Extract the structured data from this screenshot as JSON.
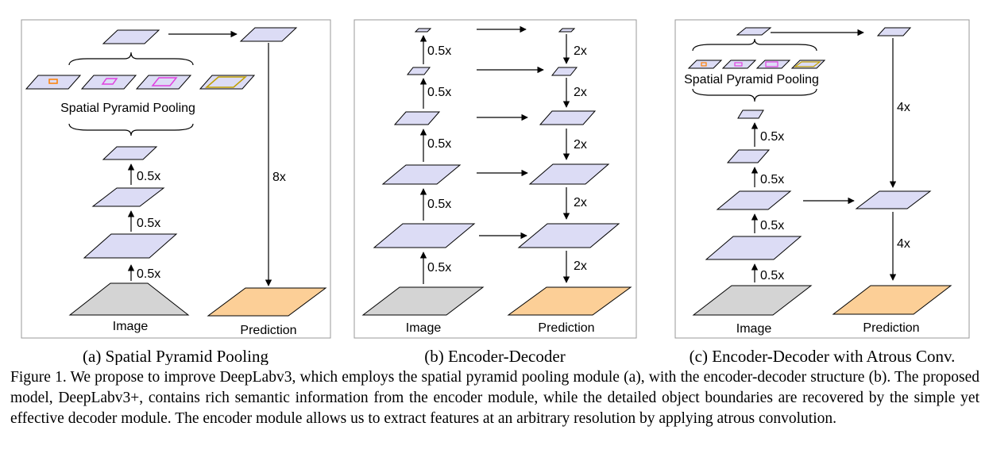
{
  "colors": {
    "feature": "#dcdcf5",
    "image": "#d4d4d4",
    "prediction": "#fccf97",
    "panel_border": "#999999",
    "pool_inner": [
      "#ff7f00",
      "#e040e0",
      "#e040e0",
      "#c0a000"
    ]
  },
  "panel_a": {
    "spp_label": "Spatial Pyramid Pooling",
    "steps": [
      "0.5x",
      "0.5x",
      "0.5x"
    ],
    "upsample": "8x",
    "image_label": "Image",
    "prediction_label": "Prediction",
    "caption": "(a) Spatial Pyramid Pooling"
  },
  "panel_b": {
    "encoder_steps": [
      "0.5x",
      "0.5x",
      "0.5x",
      "0.5x",
      "0.5x"
    ],
    "decoder_steps": [
      "2x",
      "2x",
      "2x",
      "2x",
      "2x"
    ],
    "image_label": "Image",
    "prediction_label": "Prediction",
    "caption": "(b) Encoder-Decoder"
  },
  "panel_c": {
    "spp_label": "Spatial Pyramid Pooling",
    "encoder_steps": [
      "0.5x",
      "0.5x",
      "0.5x",
      "0.5x"
    ],
    "decoder_steps": [
      "4x",
      "4x"
    ],
    "image_label": "Image",
    "prediction_label": "Prediction",
    "caption": "(c) Encoder-Decoder with Atrous Conv."
  },
  "figure_caption": "Figure 1. We propose to improve DeepLabv3, which employs the spatial pyramid pooling module (a), with the encoder-decoder structure (b). The proposed model, DeepLabv3+, contains rich semantic information from the encoder module, while the detailed object boundaries are recovered by the simple yet effective decoder module. The encoder module allows us to extract features at an arbitrary resolution by applying atrous convolution."
}
